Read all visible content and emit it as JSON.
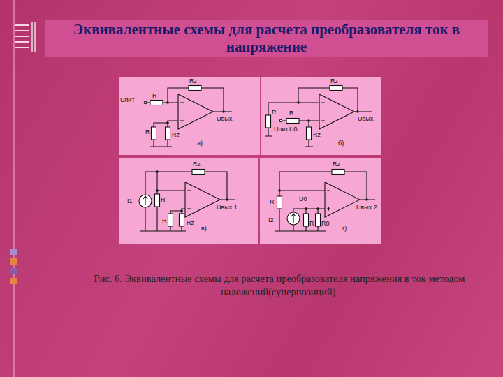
{
  "diagram": {
    "title": "Эквивалентные схемы для расчета преобразователя ток в напряжение",
    "caption": "Рис. 6. Эквивалентные схемы для расчета преобразователя напряжения в ток методом наложений(суперпозиций).",
    "labels": [
      "Rz",
      "Uпит",
      "R",
      "Uвых.",
      "R",
      "Rz",
      "а)",
      "Rz",
      "R",
      "R",
      "Uвых.",
      "Uпит.U0",
      "Rz",
      "б)",
      "Rz",
      "I1",
      "R",
      "R",
      "Rz",
      "Uвых.1",
      "в)",
      "Rz",
      "U0",
      "R",
      "I2",
      "R",
      "R0",
      "Uвых.2",
      "г)"
    ]
  }
}
